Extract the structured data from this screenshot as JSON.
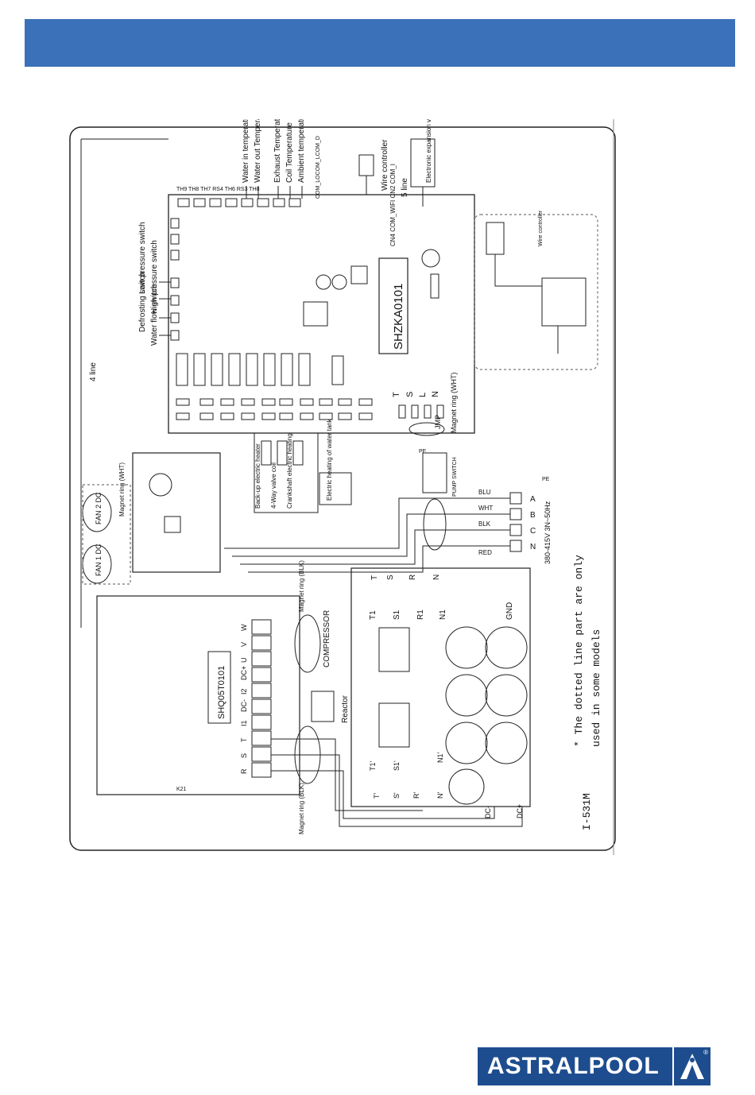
{
  "diagram": {
    "sensors": [
      "Water in temperature",
      "Water out Temperature",
      "Exhaust Temperature",
      "Coil Temperature",
      "Ambient temperature"
    ],
    "sensor_header": "TH9 TH8 TH7 RS4 TH6 RS3 TH8",
    "wire_controller": "Wire controller",
    "five_line": "5 line",
    "eev_label": "Electronic expansion valve",
    "main_board_model": "SHZKA0101",
    "com_labels": "CN4   COM_WIFI  CN2   COM_I",
    "cn_top": "COM_LOCOM_LCOM_D",
    "switches": [
      "Low pressure switch",
      "High pressure switch",
      "Defrosting switch",
      "Water flow switch"
    ],
    "four_line": "4 line",
    "jump_label": "JMP",
    "terminal_labels": [
      "T",
      "S",
      "L",
      "N"
    ],
    "magnet_ring_wht": "Magnet ring (WHT)",
    "fan1_label": "FAN 1 DC",
    "fan2_label": "FAN 2 DC",
    "fan_magnet": "Magnet ring (WHT)",
    "loads": [
      "Back-up electric heater",
      "4-Way valve coil",
      "Crankshaft electric heating"
    ],
    "electric_heating_tank": "Electric heating of water tank",
    "pump_switch": "PUMP SWITCH",
    "pe": "PE",
    "power_terminals": [
      "A",
      "B",
      "C",
      "N"
    ],
    "power_spec": "380-415V 3N~50Hz",
    "wire_colors": [
      "BLU",
      "WHT",
      "BLK",
      "RED"
    ],
    "drive_board_model": "SHQ05T0101",
    "drive_terminals": [
      "R",
      "S",
      "T",
      "I1",
      "DC-",
      "I2",
      "DC+",
      "U",
      "V",
      "W"
    ],
    "compressor": "COMPRESSOR",
    "reactor": "Reactor",
    "magnet_ring_blk": "Magnet ring (BLK)",
    "filter_terminals_top": [
      "T",
      "S",
      "R",
      "N"
    ],
    "filter_terminals_side": [
      "T1",
      "S1",
      "R1",
      "N1"
    ],
    "filter_bottom": [
      "T'",
      "S'",
      "R'",
      "N'",
      "T1'",
      "S1'",
      "N1'",
      "DC-",
      "DC+"
    ],
    "gnd": "GND",
    "note_line1": "* The dotted line part are only",
    "note_line2": "used in some models",
    "diagram_id": "I-531M",
    "k21": "K21",
    "inset_wire_controller": "Wire controller"
  },
  "brand": {
    "logo_text": "ASTRALPOOL",
    "reg_mark": "®",
    "header_color": "#3b71b8",
    "logo_bg": "#1e4d8f"
  }
}
